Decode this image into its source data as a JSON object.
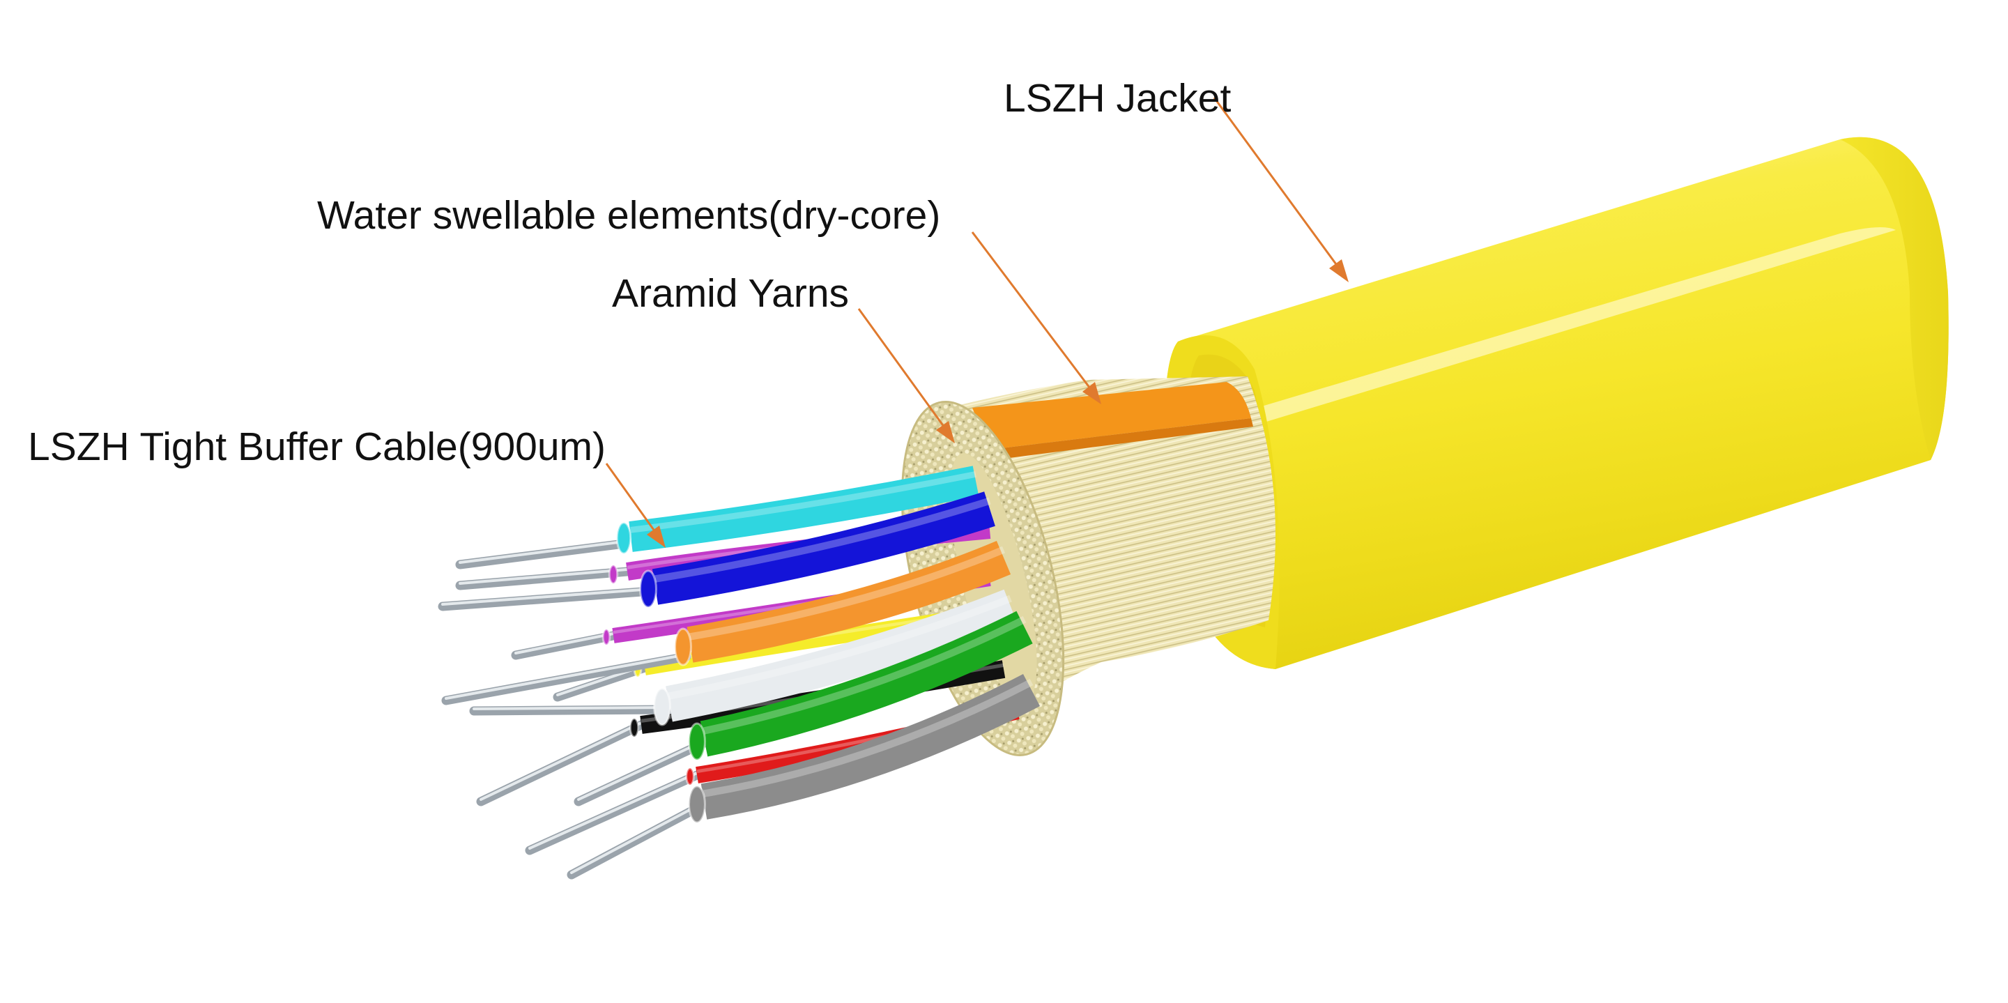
{
  "labels": {
    "jacket": "LSZH Jacket",
    "water_swellable": "Water swellable elements(dry-core)",
    "aramid": "Aramid Yarns",
    "tight_buffer": "LSZH Tight Buffer Cable(900um)"
  },
  "colors": {
    "jacket": "#f2e21b",
    "jacket_highlight": "#fbf5a0",
    "leader": "#e07a2e",
    "aramid": "#efe6b2",
    "water_tape": "#f4951a"
  },
  "fibers": [
    {
      "name": "aqua",
      "color": "#2fd6e0"
    },
    {
      "name": "blue",
      "color": "#1414d8"
    },
    {
      "name": "orange",
      "color": "#f4952e"
    },
    {
      "name": "white",
      "color": "#e8ecef"
    },
    {
      "name": "green",
      "color": "#1aa81f"
    },
    {
      "name": "slate",
      "color": "#8c8c8c"
    },
    {
      "name": "violet",
      "color": "#c23ac8"
    },
    {
      "name": "black",
      "color": "#111111"
    },
    {
      "name": "red",
      "color": "#e01b1b"
    },
    {
      "name": "yellow",
      "color": "#f5ec2a"
    }
  ]
}
